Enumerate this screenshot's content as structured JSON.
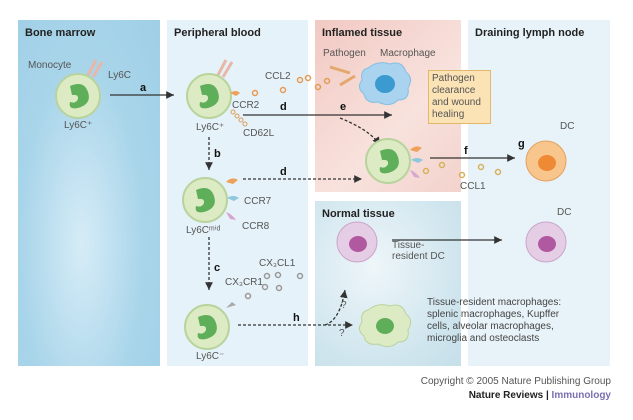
{
  "panels": {
    "bone_marrow": "Bone marrow",
    "peripheral_blood": "Peripheral blood",
    "inflamed_tissue": "Inflamed tissue",
    "normal_tissue": "Normal tissue",
    "draining_lymph_node": "Draining lymph node"
  },
  "labels": {
    "monocyte": "Monocyte",
    "ly6c": "Ly6C",
    "ly6c_pos_bm": "Ly6C⁺",
    "ly6c_pos_blood": "Ly6C⁺",
    "ly6c_mid": "Ly6Cᵐⁱᵈ",
    "ly6c_neg": "Ly6C⁻",
    "ccl2": "CCL2",
    "ccr2": "CCR2",
    "cd62l": "CD62L",
    "ccr7": "CCR7",
    "ccr8": "CCR8",
    "cx3cl1": "CX₃CL1",
    "cx3cr1": "CX₃CR1",
    "pathogen": "Pathogen",
    "macrophage": "Macrophage",
    "ccl1": "CCL1",
    "dc_top": "DC",
    "dc_bottom": "DC",
    "tissue_resident_dc": "Tissue-\nresident DC",
    "question_1": "?",
    "question_2": "?"
  },
  "steps": {
    "a": "a",
    "b": "b",
    "c": "c",
    "d1": "d",
    "d2": "d",
    "e": "e",
    "f": "f",
    "g": "g",
    "h": "h"
  },
  "notes": {
    "clearance": "Pathogen clearance and wound healing",
    "macrophages": "Tissue-resident macrophages: splenic macrophages, Kupffer cells, alveolar macrophages, microglia and osteoclasts"
  },
  "footer": {
    "copyright": "Copyright © 2005 Nature Publishing Group",
    "brand_main": "Nature Reviews",
    "brand_sep": " | ",
    "brand_sub": "Immunology"
  },
  "colors": {
    "monocyte_fill": "#dcebc4",
    "nucleus_green": "#5fae5a",
    "ccr2_orange": "#eea15a",
    "ccr7_blue": "#8ec8de",
    "ccr8_pink": "#d7a6cf",
    "macrophage_blue": "#a9d3ef",
    "dc_orange": "#f8c58c",
    "dc_purple": "#e6cde6"
  }
}
